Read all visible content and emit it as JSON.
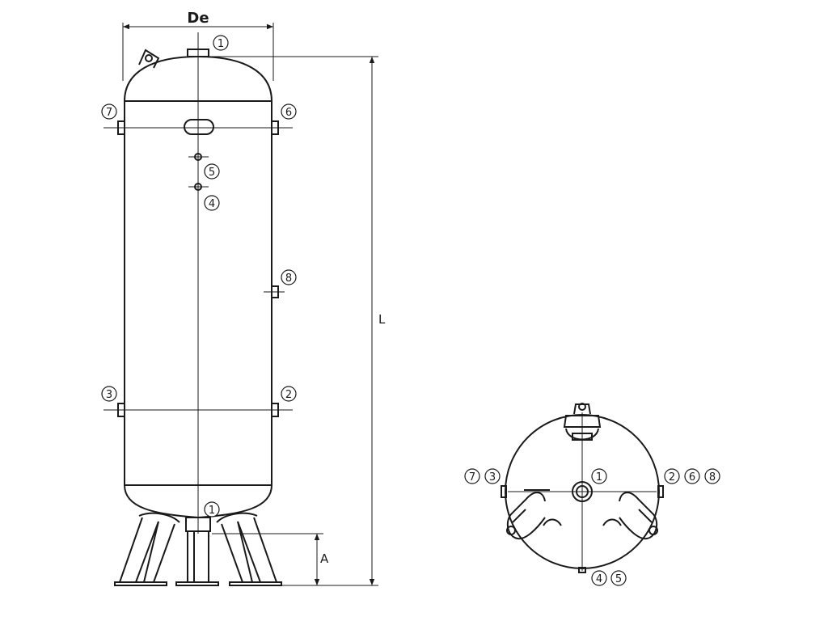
{
  "side_view": {
    "dimension_width": "De",
    "dimension_length": "L",
    "dimension_leg": "A",
    "callouts": {
      "top_outlet": "1",
      "upper_left": "7",
      "upper_right": "6",
      "mid_port_5": "5",
      "mid_port_4": "4",
      "side_port_8": "8",
      "lower_left": "3",
      "lower_right": "2",
      "bottom_drain": "1"
    }
  },
  "top_view": {
    "callouts": {
      "left_a": "7",
      "left_b": "3",
      "center": "1",
      "right_a": "2",
      "right_b": "6",
      "right_c": "8",
      "bottom_a": "4",
      "bottom_b": "5"
    }
  }
}
